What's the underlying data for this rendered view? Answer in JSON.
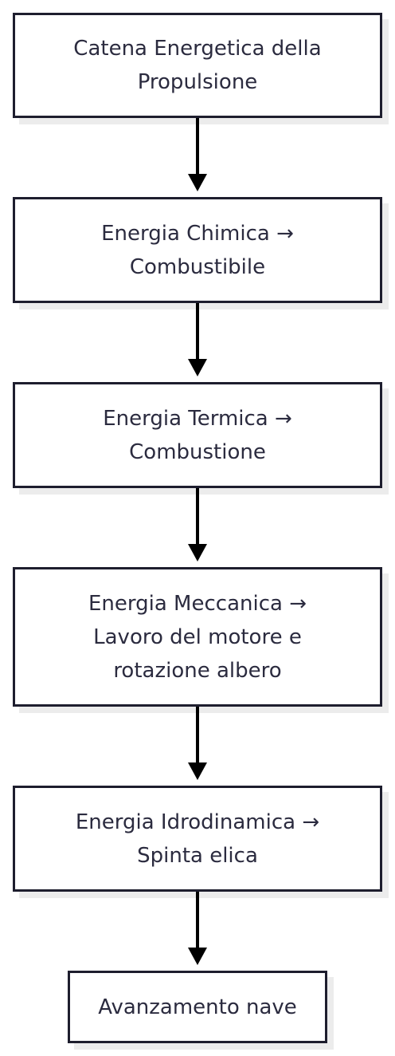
{
  "diagram": {
    "nodes": [
      {
        "id": "title",
        "label": "Catena Energetica della Propulsione"
      },
      {
        "id": "chemical",
        "label": "Energia Chimica → Combustibile"
      },
      {
        "id": "thermal",
        "label": "Energia Termica → Combustione"
      },
      {
        "id": "mechanical",
        "label": "Energia Meccanica → Lavoro del motore e rotazione albero"
      },
      {
        "id": "hydrodynamic",
        "label": "Energia Idrodinamica → Spinta elica"
      },
      {
        "id": "advance",
        "label": "Avanzamento nave"
      }
    ],
    "edges": [
      {
        "from": "title",
        "to": "chemical"
      },
      {
        "from": "chemical",
        "to": "thermal"
      },
      {
        "from": "thermal",
        "to": "mechanical"
      },
      {
        "from": "mechanical",
        "to": "hydrodynamic"
      },
      {
        "from": "hydrodynamic",
        "to": "advance"
      }
    ],
    "colors": {
      "border": "#1e1e2e",
      "text": "#2b2b3f",
      "arrow": "#000000",
      "shadow": "#ececec"
    }
  }
}
